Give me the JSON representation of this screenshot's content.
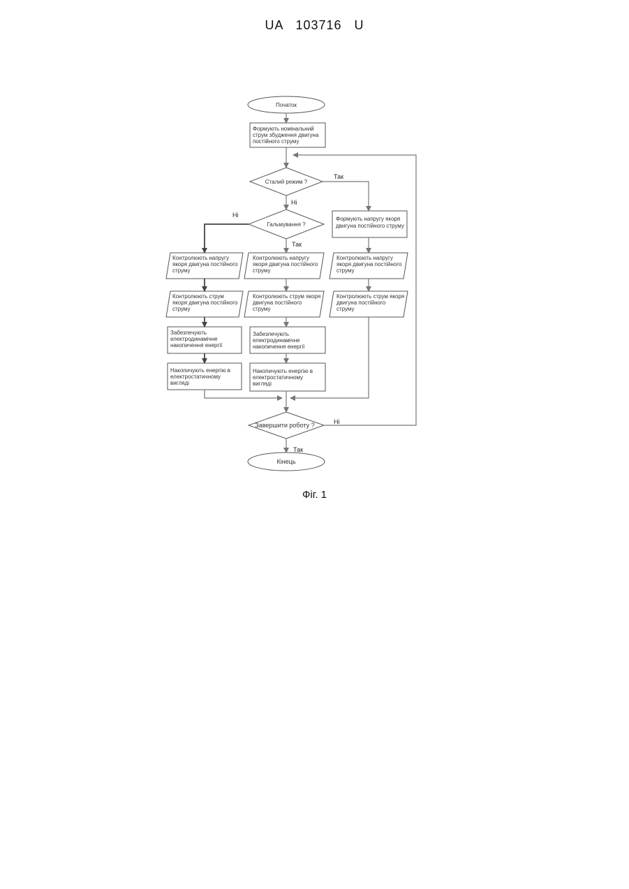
{
  "header": {
    "doc_number": "UA   103716   U"
  },
  "caption": "Фіг. 1",
  "nodes": {
    "start": [
      "Початок"
    ],
    "form_excitation": [
      "Формують номінальний",
      "струм збудження двигуна",
      "постійного струму"
    ],
    "steady_mode": [
      "Сталий режим ?"
    ],
    "braking": [
      "Гальмування ?"
    ],
    "form_voltage": [
      "Формують напругу якоря",
      "двигуна постійного струму"
    ],
    "left_ctrl_voltage": [
      "Контролюють напругу",
      "якоря двигуна постійного",
      "струму"
    ],
    "left_ctrl_current": [
      "Контролюють струм",
      "якоря двигуна постійного",
      "струму"
    ],
    "left_ensure": [
      "Забезпечують",
      "електродинамічне",
      "накопичення енергії"
    ],
    "left_accumulate": [
      "Накопичують енергію в",
      "електростатичному",
      "вигляді"
    ],
    "mid_ctrl_voltage": [
      "Контролюють напругу",
      "якоря двигуна постійного",
      "струму"
    ],
    "mid_ctrl_current": [
      "Контролюють струм якоря",
      "двигуна постійного",
      "струму"
    ],
    "mid_ensure": [
      "Забезпечують",
      "електродинамічне",
      "накопичення енергії"
    ],
    "mid_accumulate": [
      "Накопичують енергію в",
      "електростатичному",
      "вигляді"
    ],
    "right_ctrl_voltage": [
      "Контролюють напругу",
      "якоря двигуна постійного",
      "струму"
    ],
    "right_ctrl_current": [
      "Контролюють струм якоря",
      "двигуна постійного",
      "струму"
    ],
    "finish": [
      "Завершити роботу ?"
    ],
    "end": [
      "Кінець"
    ]
  },
  "edge_labels": {
    "steady_yes": "Так",
    "steady_no": "Ні",
    "braking_no": "Ні",
    "braking_yes": "Так",
    "finish_no": "Ні",
    "finish_yes": "Так"
  }
}
